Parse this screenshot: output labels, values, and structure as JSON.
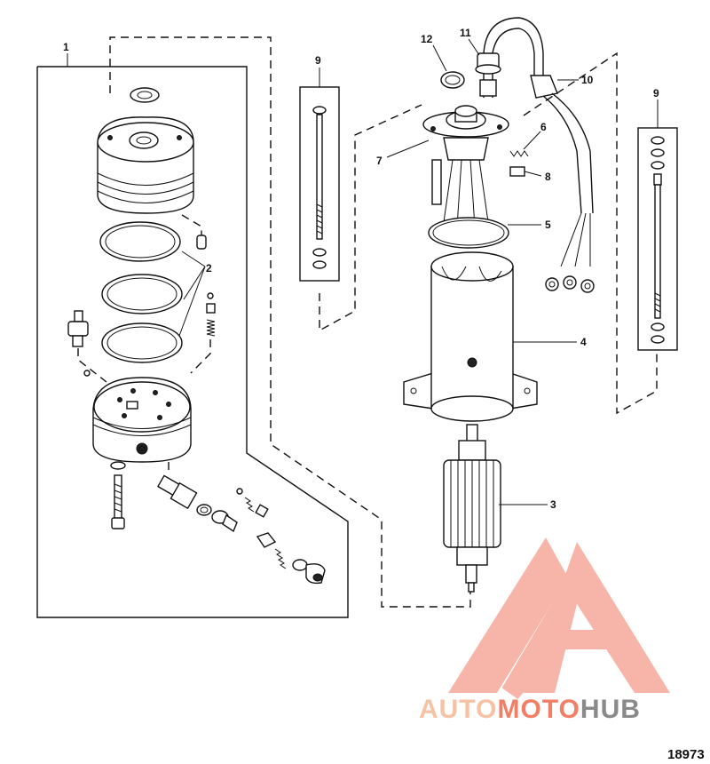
{
  "callouts": {
    "c1": "1",
    "c2": "2",
    "c3": "3",
    "c4": "4",
    "c5": "5",
    "c6": "6",
    "c7": "7",
    "c8": "8",
    "c9a": "9",
    "c9b": "9",
    "c10": "10",
    "c11": "11",
    "c12": "12"
  },
  "watermark": {
    "part1": "AUTO",
    "part2": "MOTO",
    "part3": "HUB",
    "color_light": "#f6b9a8",
    "color_mid": "#f07f66",
    "color_dark": "#8a8a8a"
  },
  "document_number": "18973"
}
